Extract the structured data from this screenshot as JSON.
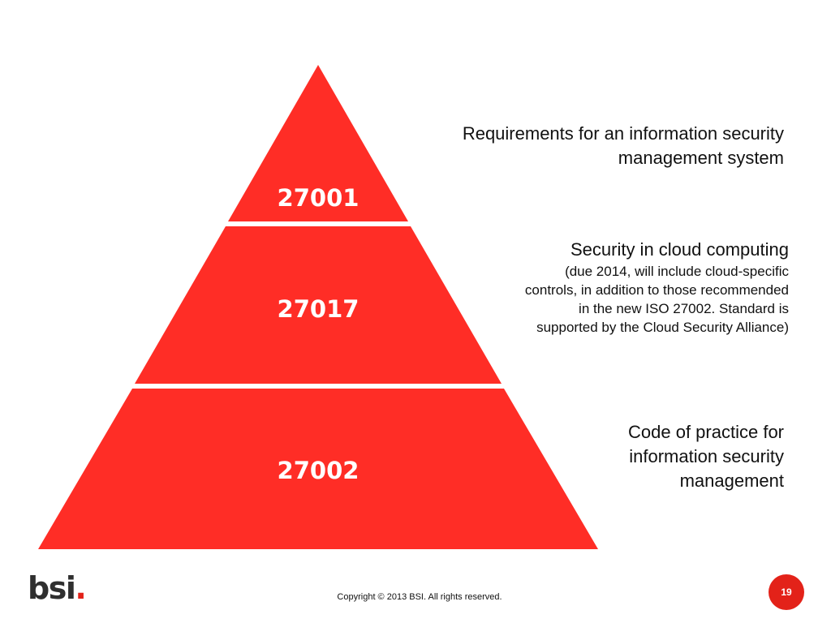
{
  "colors": {
    "tier_fill": "#ff2d26",
    "brand_red": "#e32219",
    "text": "#111111"
  },
  "pyramid": {
    "tiers": [
      {
        "label": "27001"
      },
      {
        "label": "27017"
      },
      {
        "label": "27002"
      }
    ]
  },
  "descriptions": {
    "tier_27001": "Requirements for an information security management system",
    "tier_27017": {
      "title": "Security in cloud computing",
      "detail": "(due 2014, will include cloud-specific\ncontrols, in addition to those recommended\nin the new ISO 27002. Standard is\nsupported by the Cloud Security Alliance)"
    },
    "tier_27002": "Code of practice for\ninformation security\nmanagement"
  },
  "footer": {
    "logo_text": "bsi",
    "logo_dot": ".",
    "copyright": "Copyright © 2013 BSI. All rights reserved.",
    "page_number": "19"
  }
}
